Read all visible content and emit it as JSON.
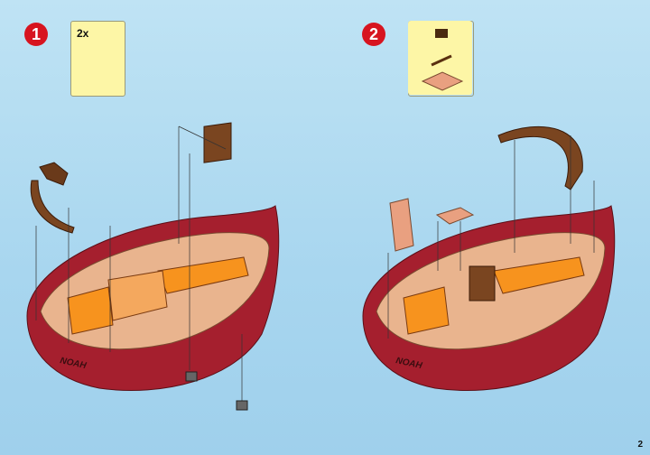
{
  "steps": [
    {
      "number": "1",
      "part_card": {
        "quantity": "2x"
      },
      "hull_label": "NOAH"
    },
    {
      "number": "2",
      "hull_label": "NOAH"
    }
  ],
  "page_number": "2",
  "colors": {
    "hull": "#a51f2e",
    "deck": "#e9b48e",
    "compartment": "#f7931e",
    "step_badge": "#d7141f",
    "card": "#fdf6a6"
  }
}
